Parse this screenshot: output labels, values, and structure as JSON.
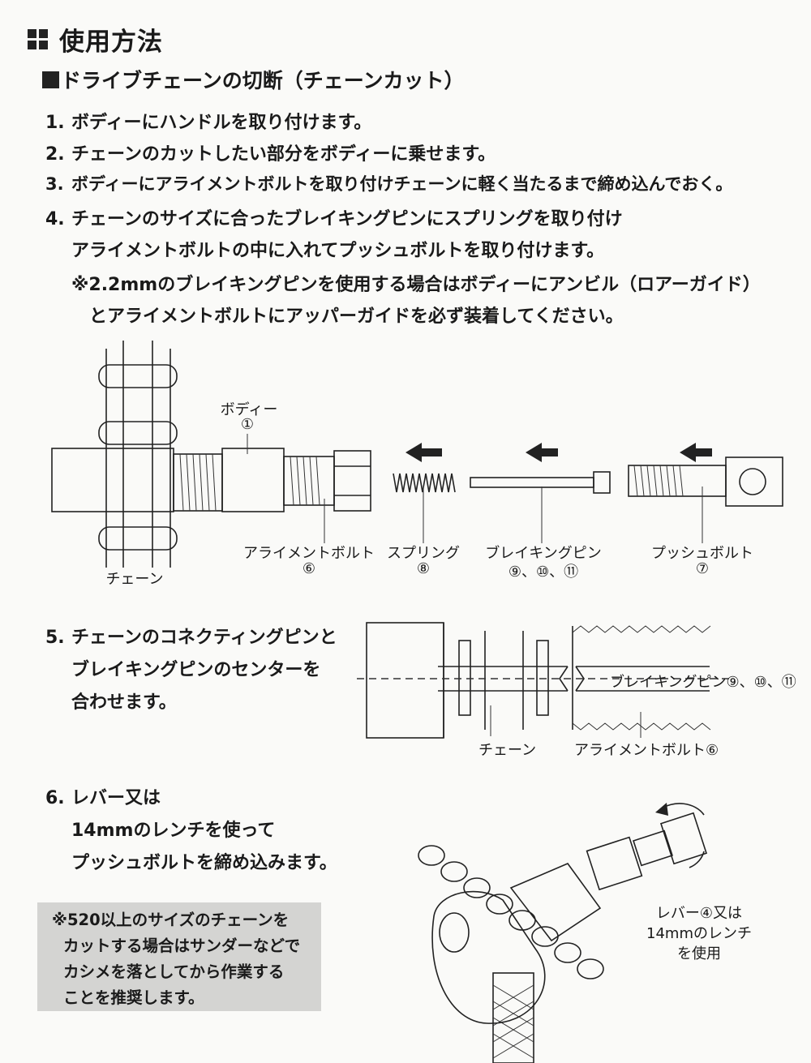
{
  "title": "使用方法",
  "subtitle": "ドライブチェーンの切断（チェーンカット）",
  "steps": [
    {
      "num": "1.",
      "text": "ボディーにハンドルを取り付けます。"
    },
    {
      "num": "2.",
      "text": "チェーンのカットしたい部分をボディーに乗せます。"
    },
    {
      "num": "3.",
      "text": "ボディーにアライメントボルトを取り付けチェーンに軽く当たるまで締め込んでおく。"
    },
    {
      "num": "4.",
      "text": "チェーンのサイズに合ったブレイキングピンにスプリングを取り付け",
      "text2": "アライメントボルトの中に入れてプッシュボルトを取り付けます。"
    }
  ],
  "step4_note": [
    "※2.2mmのブレイキングピンを使用する場合はボディーにアンビル（ロアーガイド）",
    "とアライメントボルトにアッパーガイドを必ず装着してください。"
  ],
  "diagram1_labels": {
    "body": "ボディー",
    "body_num": "①",
    "chain": "チェーン",
    "align_bolt": "アライメントボルト",
    "align_num": "⑥",
    "spring": "スプリング",
    "spring_num": "⑧",
    "pin": "ブレイキングピン",
    "pin_num": "⑨、⑩、⑪",
    "push_bolt": "プッシュボルト",
    "push_num": "⑦"
  },
  "step5": {
    "num": "5.",
    "lines": [
      "チェーンのコネクティングピンと",
      "ブレイキングピンのセンターを",
      "合わせます。"
    ]
  },
  "diagram2_labels": {
    "pin": "ブレイキングピン⑨、⑩、⑪",
    "chain": "チェーン",
    "align_bolt": "アライメントボルト⑥"
  },
  "step6": {
    "num": "6.",
    "lines": [
      "レバー又は",
      "14mmのレンチを使って",
      "プッシュボルトを締め込みます。"
    ]
  },
  "note_box": [
    "※520以上のサイズのチェーンを",
    "カットする場合はサンダーなどで",
    "カシメを落としてから作業する",
    "ことを推奨します。"
  ],
  "diagram3_labels": [
    "レバー④又は",
    "14mmのレンチ",
    "を使用"
  ]
}
